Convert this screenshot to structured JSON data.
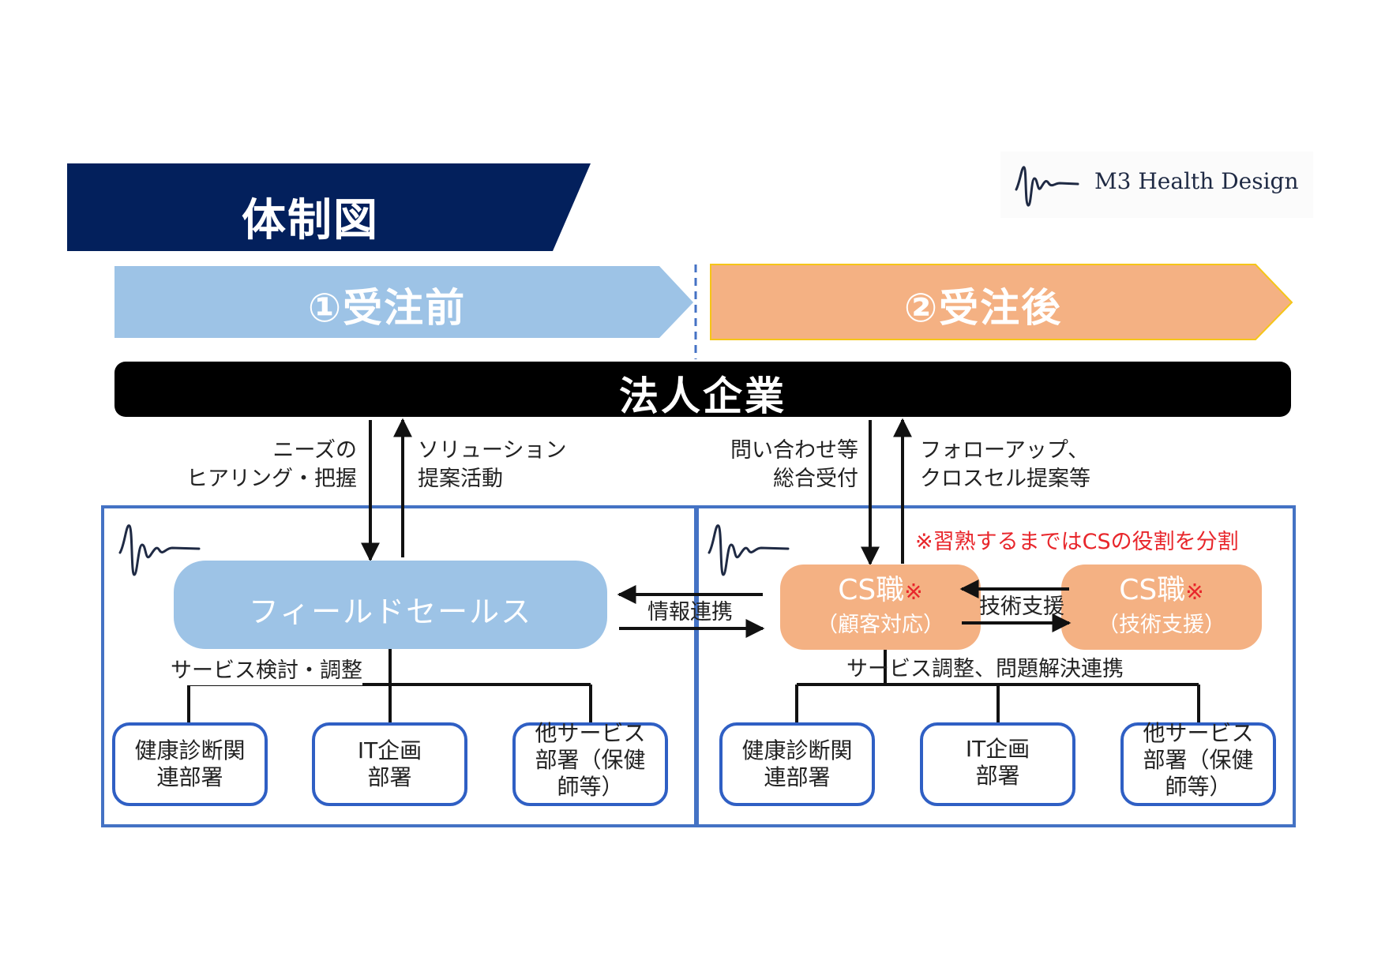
{
  "header": {
    "title": "体制図",
    "logo_text": "M3 Health Design"
  },
  "phases": {
    "before": "①受注前",
    "after": "②受注後"
  },
  "corporate_bar": "法人企業",
  "left": {
    "arrow_down_label_1": "ニーズの",
    "arrow_down_label_2": "ヒアリング・把握",
    "arrow_up_label_1": "ソリューション",
    "arrow_up_label_2": "提案活動",
    "field_sales": "フィールドセールス",
    "branch_label": "サービス検討・調整",
    "depts": [
      {
        "line1": "健康診断関",
        "line2": "連部署"
      },
      {
        "line1": "IT企画",
        "line2": "部署"
      },
      {
        "line1": "他サービス",
        "line2": "部署（保健",
        "line3": "師等）"
      }
    ]
  },
  "center": {
    "info_link": "情報連携"
  },
  "right": {
    "arrow_down_label_1": "問い合わせ等",
    "arrow_down_label_2": "総合受付",
    "arrow_up_label_1": "フォローアップ、",
    "arrow_up_label_2": "クロスセル提案等",
    "note": "※習熟するまではCSの役割を分割",
    "cs_customer": {
      "title": "CS職",
      "mark": "※",
      "sub": "（顧客対応）"
    },
    "cs_tech": {
      "title": "CS職",
      "mark": "※",
      "sub": "（技術支援）"
    },
    "tech_support_label": "技術支援",
    "branch_label": "サービス調整、問題解決連携",
    "depts": [
      {
        "line1": "健康診断関",
        "line2": "連部署"
      },
      {
        "line1": "IT企画",
        "line2": "部署"
      },
      {
        "line1": "他サービス",
        "line2": "部署（保健",
        "line3": "師等）"
      }
    ]
  },
  "colors": {
    "navy": "#03205c",
    "light_blue": "#9dc3e6",
    "orange": "#f4b183",
    "panel_border": "#4472c4",
    "note_red": "#e8262b"
  }
}
